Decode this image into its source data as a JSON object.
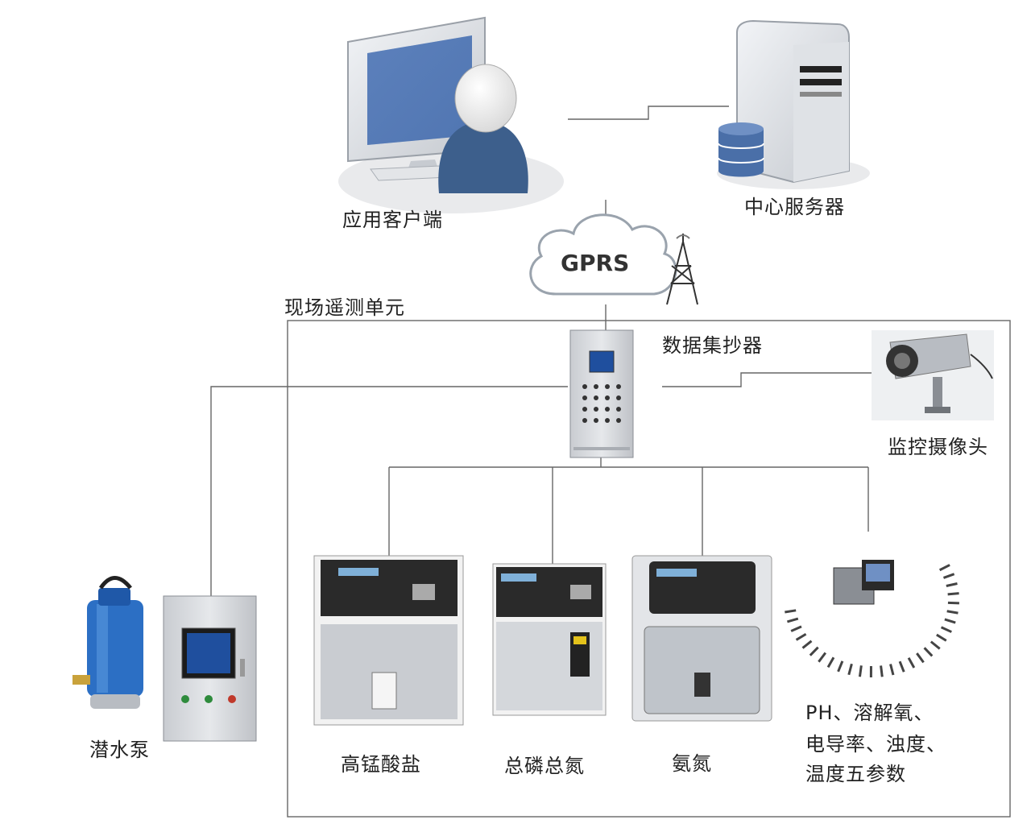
{
  "nodes": {
    "client": "应用客户端",
    "server": "中心服务器",
    "network": "GPRS",
    "field_unit": "现场遥测单元",
    "collector": "数据集抄器",
    "camera": "监控摄像头",
    "pump": "潜水泵",
    "permanganate": "高锰酸盐",
    "tp_tn": "总磷总氮",
    "ammonia": "氨氮",
    "five_params_line1": "PH、溶解氧、",
    "five_params_line2": "电导率、浊度、",
    "five_params_line3": "温度五参数"
  },
  "colors": {
    "line": "#666666",
    "cabinet": "#d6d8dc",
    "screen": "#1f4f9e",
    "user": "#3d5f8c",
    "database": "#4a6fa8",
    "pump": "#2c6fc4",
    "cloud_stroke": "#9aa3ad"
  }
}
